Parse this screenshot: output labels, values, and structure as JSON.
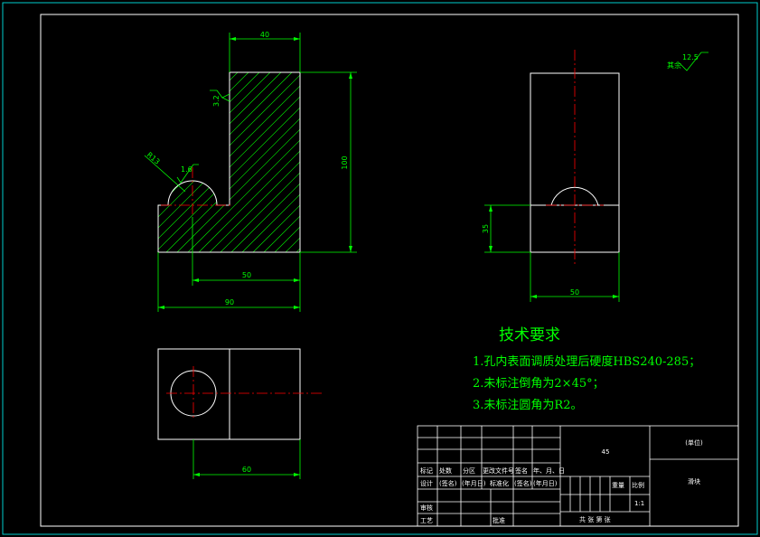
{
  "dimensions": {
    "top_width": "40",
    "height": "100",
    "radius": "R13",
    "roughness_hole": "1.6",
    "roughness_side": "3.2",
    "bottom_inner": "50",
    "overall_width": "90",
    "right_height": "35",
    "right_width": "50",
    "plan_width": "60"
  },
  "roughness_note": {
    "label": "其余",
    "value": "12.5"
  },
  "tech_requirements": {
    "title": "技术要求",
    "items": [
      "1.孔内表面调质处理后硬度HBS240-285；",
      "2.未标注倒角为2×45°；",
      "3.未标注圆角为R2。"
    ]
  },
  "title_block": {
    "material": "45",
    "unit": "(单位)",
    "part_name": "滑块",
    "scale_label": "比例",
    "scale_value": "1:1",
    "weight_label": "重量",
    "headers": [
      "标记",
      "处数",
      "分区",
      "更改文件号",
      "签名",
      "年、月、日"
    ],
    "sign_row": [
      "设计",
      "(签名)",
      "(年月日)",
      "标准化",
      "(签名)",
      "(年月日)"
    ],
    "review": "审核",
    "process": "工艺",
    "approve": "批准",
    "sheets": "共  张  第  张"
  },
  "colors": {
    "background": "#000000",
    "geometry": "#ffffff",
    "dimension": "#00ff00",
    "centerline": "#ff0000",
    "border": "#00cccc"
  }
}
